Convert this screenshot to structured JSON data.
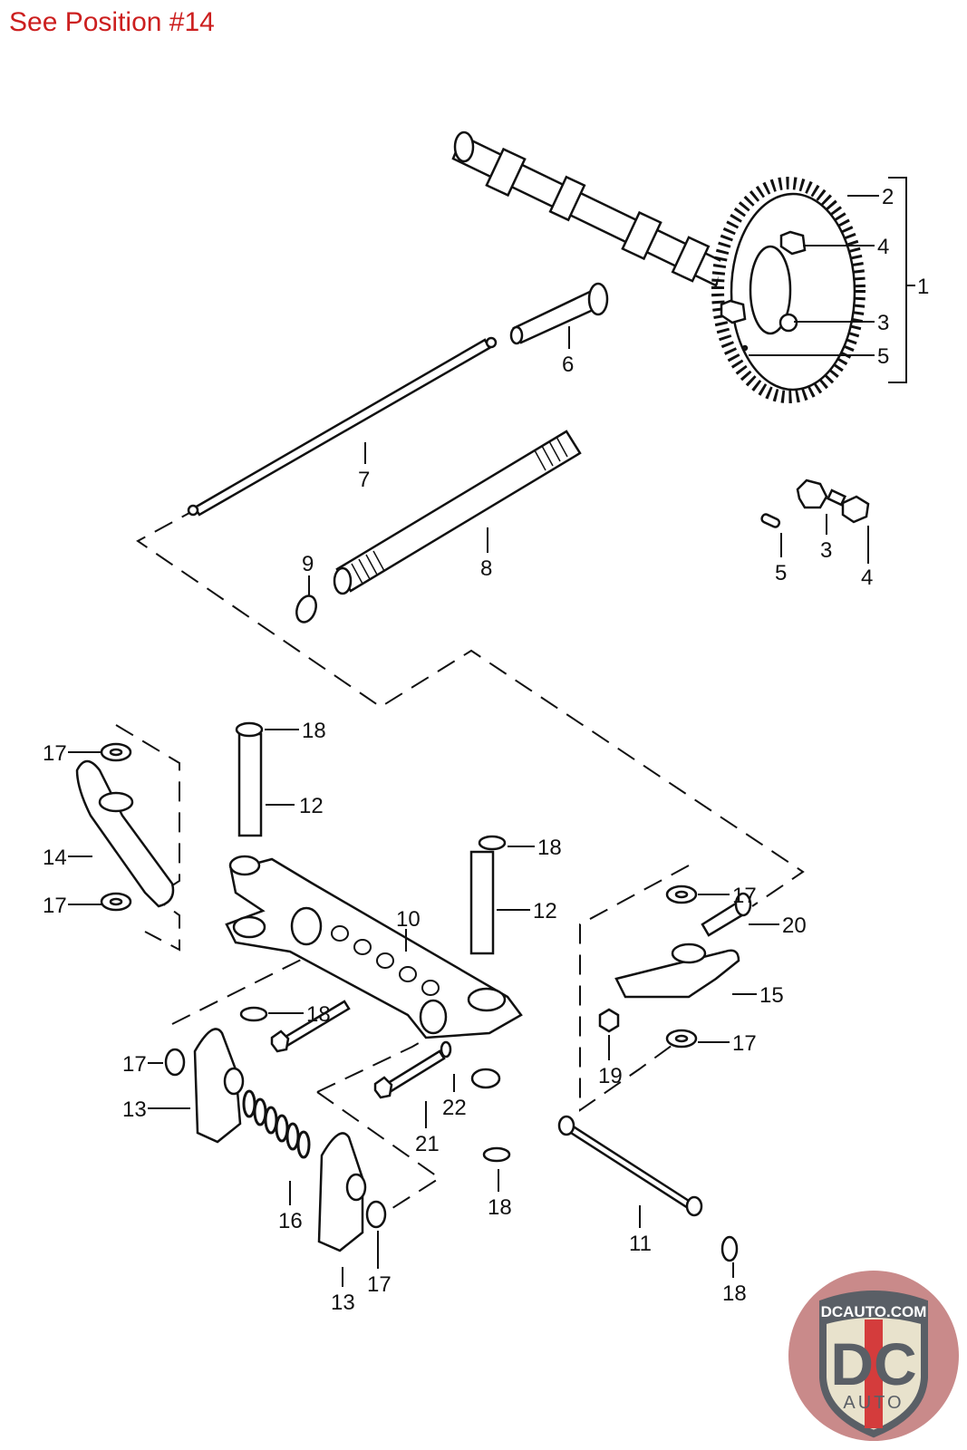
{
  "header": {
    "note": "See Position #14"
  },
  "brand": {
    "top_text": "DCAUTO.COM",
    "mark": "DC",
    "sub_text": "AUTO",
    "colors": {
      "badge_bg": "#c98a8a",
      "shield_fill": "#e8e2cc",
      "shield_dark": "#5a5f66",
      "stripe": "#d43c3c"
    }
  },
  "colors": {
    "note": "#cc1f1f",
    "line": "#111111",
    "background": "#ffffff"
  },
  "callouts": [
    {
      "id": "c2",
      "text": "2",
      "part": "camshaft gear"
    },
    {
      "id": "c4a",
      "text": "4",
      "part": "bolt"
    },
    {
      "id": "c1",
      "text": "1",
      "part": "camshaft assembly"
    },
    {
      "id": "c3a",
      "text": "3",
      "part": "lock plate"
    },
    {
      "id": "c5a",
      "text": "5",
      "part": "pin"
    },
    {
      "id": "c6",
      "text": "6",
      "part": "cam follower"
    },
    {
      "id": "c7",
      "text": "7",
      "part": "push rod"
    },
    {
      "id": "c8",
      "text": "8",
      "part": "push rod tube"
    },
    {
      "id": "c9",
      "text": "9",
      "part": "seal ring"
    },
    {
      "id": "c3b",
      "text": "3",
      "part": "lock plate"
    },
    {
      "id": "c5b",
      "text": "5",
      "part": "pin"
    },
    {
      "id": "c4b",
      "text": "4",
      "part": "bolt"
    },
    {
      "id": "c17a",
      "text": "17",
      "part": "washer"
    },
    {
      "id": "c18a",
      "text": "18",
      "part": "circlip"
    },
    {
      "id": "c12a",
      "text": "12",
      "part": "shaft"
    },
    {
      "id": "c14",
      "text": "14",
      "part": "rocker arm"
    },
    {
      "id": "c17b",
      "text": "17",
      "part": "washer"
    },
    {
      "id": "c18b",
      "text": "18",
      "part": "circlip"
    },
    {
      "id": "c12b",
      "text": "12",
      "part": "shaft"
    },
    {
      "id": "c10",
      "text": "10",
      "part": "rocker shaft support"
    },
    {
      "id": "c17c",
      "text": "17",
      "part": "washer"
    },
    {
      "id": "c20",
      "text": "20",
      "part": "adjusting screw"
    },
    {
      "id": "c15",
      "text": "15",
      "part": "rocker arm"
    },
    {
      "id": "c18c",
      "text": "18",
      "part": "circlip"
    },
    {
      "id": "c17d",
      "text": "17",
      "part": "washer"
    },
    {
      "id": "c19",
      "text": "19",
      "part": "nut"
    },
    {
      "id": "c17e",
      "text": "17",
      "part": "washer"
    },
    {
      "id": "c13a",
      "text": "13",
      "part": "rocker arm"
    },
    {
      "id": "c21",
      "text": "21",
      "part": "bolt"
    },
    {
      "id": "c22",
      "text": "22",
      "part": "washer"
    },
    {
      "id": "c18d",
      "text": "18",
      "part": "circlip"
    },
    {
      "id": "c16",
      "text": "16",
      "part": "spring"
    },
    {
      "id": "c11",
      "text": "11",
      "part": "rocker shaft"
    },
    {
      "id": "c17f",
      "text": "17",
      "part": "washer"
    },
    {
      "id": "c13b",
      "text": "13",
      "part": "rocker arm"
    },
    {
      "id": "c18e",
      "text": "18",
      "part": "circlip"
    }
  ]
}
